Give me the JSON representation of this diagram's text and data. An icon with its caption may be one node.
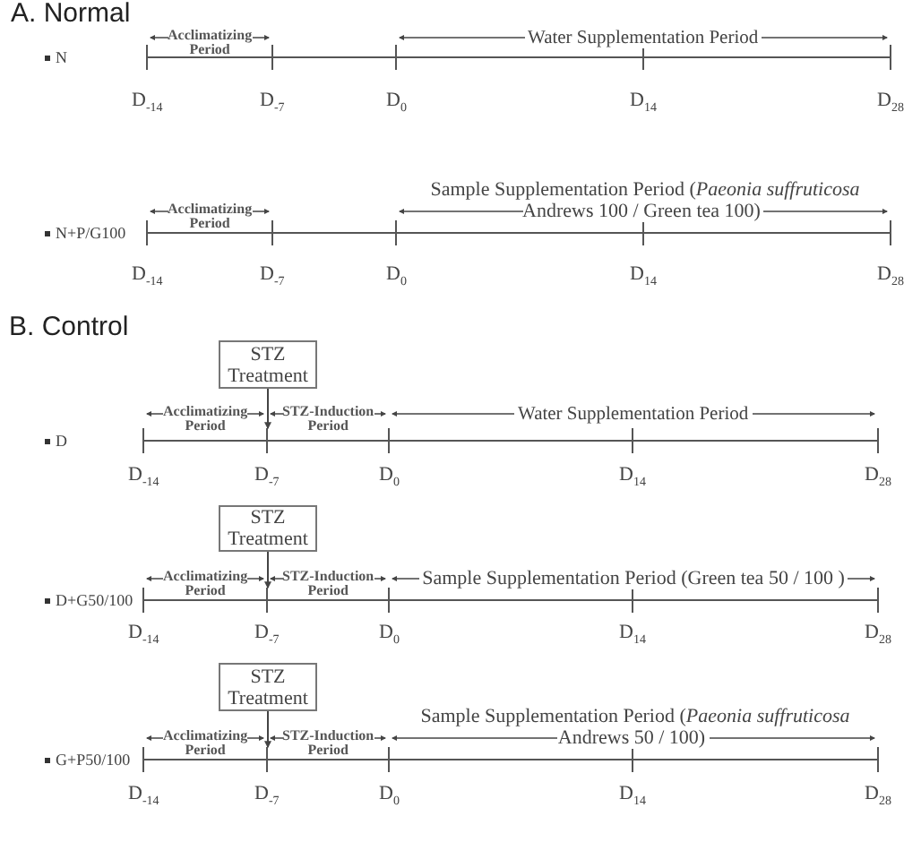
{
  "diagram": {
    "nodes": [
      {
        "text": [],
        "shape": "bar"
      },
      {
        "text": [],
        "shape": "bar"
      },
      {
        "text": [
          "STZ Treatment"
        ]
      },
      {
        "text": [],
        "shape": "bar"
      },
      {
        "text": [
          "STZ Treatment"
        ]
      },
      {
        "text": [],
        "shape": "bar"
      },
      {
        "text": [
          "STZ Treatment"
        ]
      },
      {
        "text": [],
        "shape": "bar"
      }
    ],
    "edges": [
      {
        "from": 2,
        "to": 3,
        "arrow": "to"
      },
      {
        "from": 4,
        "to": 5,
        "arrow": "to"
      },
      {
        "from": 6,
        "to": 7,
        "arrow": "to"
      }
    ],
    "labels": [
      "A. Normal",
      "Acclimatizing Period",
      "Water Supplementation Period",
      "N",
      "D$_{-14}$",
      "D$_{-7}$",
      "D$_{0}$",
      "D$_{14}$",
      "D$_{28}$",
      "Sample Supplementation Period (*Paeonia suffruticosa* Andrews 100 / Green tea 100)",
      "Acclimatizing Period",
      "N+P/G100",
      "D$_{-14}$",
      "D$_{-7}$",
      "D$_{0}$",
      "D$_{14}$",
      "D$_{28}$",
      "B. Control",
      "Acclimatizing Period",
      "STZ-Induction Period",
      "Water Supplementation Period",
      "D",
      "D$_{-14}$",
      "D$_{-7}$",
      "D$_{0}$",
      "D$_{14}$",
      "D$_{28}$",
      "Sample Supplementation Period (Green tea 50 / 100 )",
      "Acclimatizing Period",
      "STZ-Induction Period",
      "D+G50/100",
      "D$_{-14}$",
      "D$_{-7}$",
      "D$_{0}$",
      "D$_{14}$",
      "D$_{28}$",
      "Sample Supplementation Period (*Paeonia suffruticosa* Andrews 50 / 100)",
      "Acclimatizing Period",
      "STZ-Induction Period",
      "G+P50/100",
      "D$_{-14}$",
      "D$_{-7}$",
      "D$_{0}$",
      "D$_{14}$",
      "D$_{28}$"
    ]
  }
}
